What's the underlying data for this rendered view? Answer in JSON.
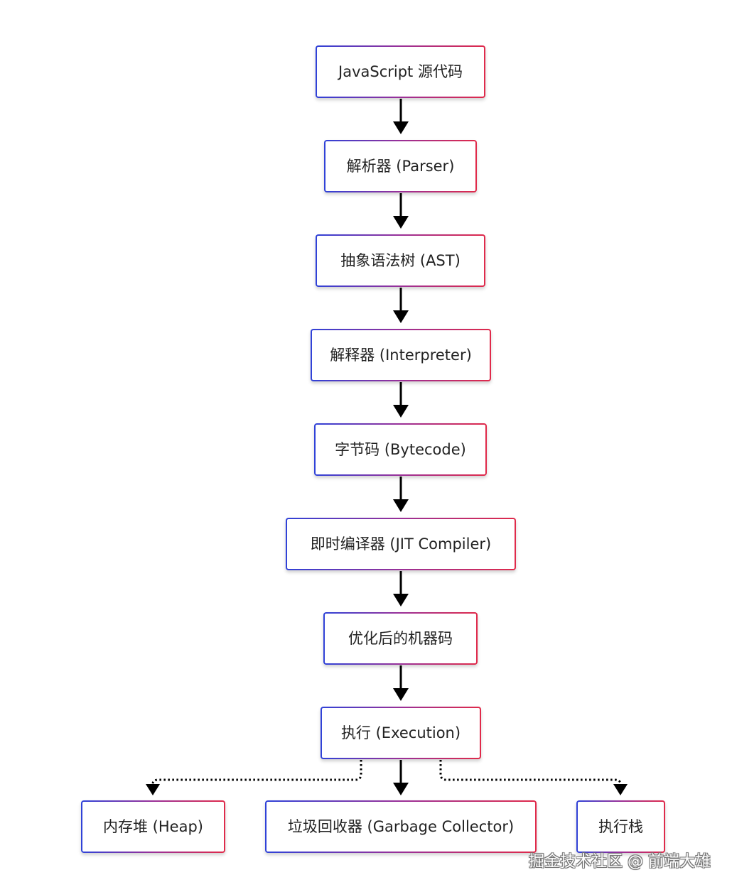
{
  "nodes": {
    "source": "JavaScript 源代码",
    "parser": "解析器 (Parser)",
    "ast": "抽象语法树 (AST)",
    "interpreter": "解释器 (Interpreter)",
    "bytecode": "字节码 (Bytecode)",
    "jit": "即时编译器 (JIT Compiler)",
    "machine_code": "优化后的机器码",
    "execution": "执行 (Execution)",
    "heap": "内存堆 (Heap)",
    "gc": "垃圾回收器 (Garbage Collector)",
    "stack": "执行栈"
  },
  "watermark": "掘金技术社区 @ 前端大雄",
  "colors": {
    "border_start": "#2f42d8",
    "border_end": "#e02a4a",
    "arrow": "#000000",
    "text": "#222222"
  }
}
